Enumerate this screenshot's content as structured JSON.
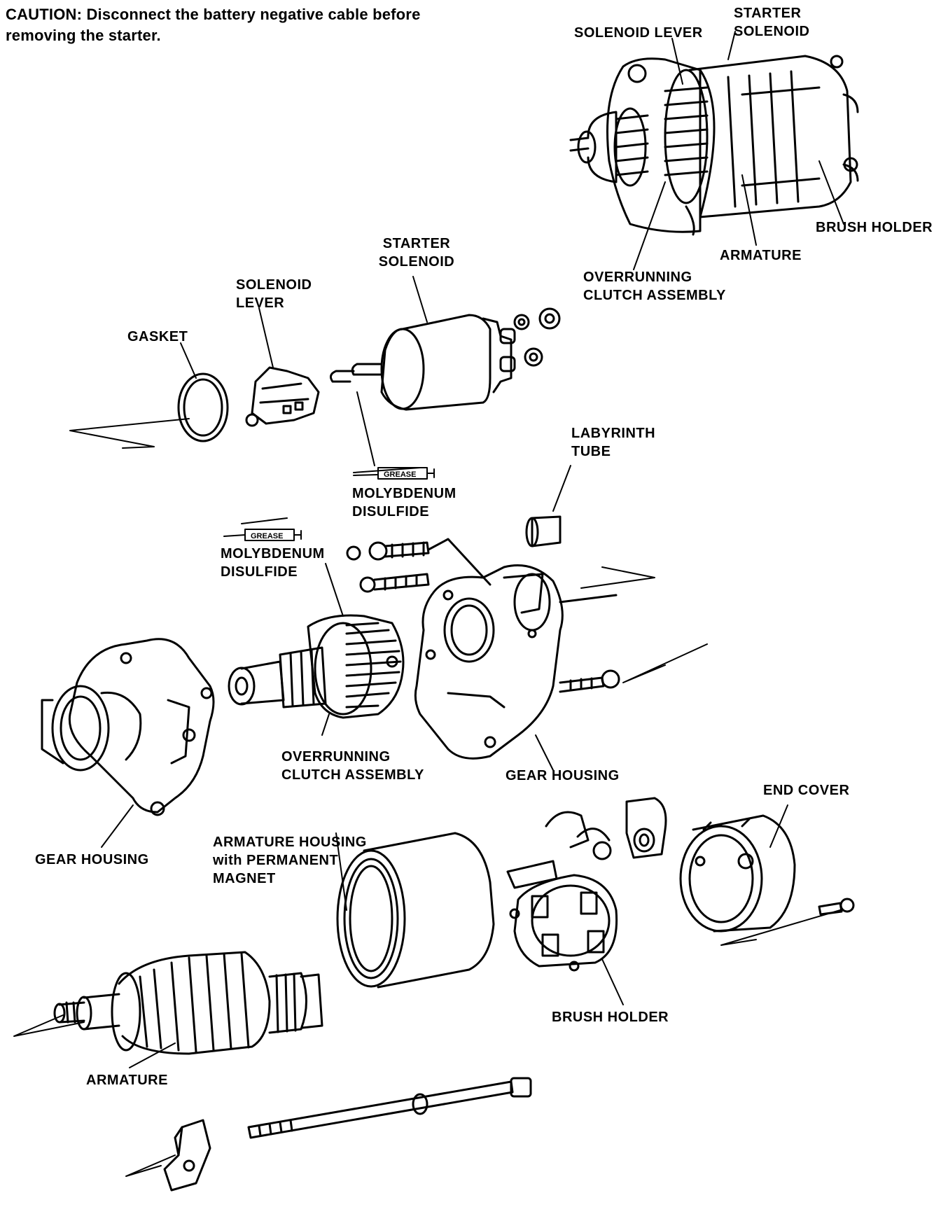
{
  "caution": "CAUTION:  Disconnect the battery negative cable before\nremoving the starter.",
  "labels": {
    "starter_solenoid_top": "STARTER\nSOLENOID",
    "solenoid_lever_top": "SOLENOID LEVER",
    "brush_holder_top": "BRUSH HOLDER",
    "armature_top": "ARMATURE",
    "overrunning_clutch_top": "OVERRUNNING\nCLUTCH ASSEMBLY",
    "starter_solenoid_mid": "STARTER\nSOLENOID",
    "solenoid_lever_mid": "SOLENOID\nLEVER",
    "gasket": "GASKET",
    "moly_1": "MOLYBDENUM\nDISULFIDE",
    "labyrinth_tube": "LABYRINTH\nTUBE",
    "moly_2": "MOLYBDENUM\nDISULFIDE",
    "overrunning_clutch_mid": "OVERRUNNING\nCLUTCH ASSEMBLY",
    "gear_housing_right": "GEAR HOUSING",
    "end_cover": "END COVER",
    "gear_housing_left": "GEAR HOUSING",
    "armature_housing": "ARMATURE HOUSING\nwith PERMANENT\nMAGNET",
    "brush_holder_bottom": "BRUSH HOLDER",
    "armature_bottom": "ARMATURE"
  },
  "grease_tag_1": "GREASE",
  "grease_tag_2": "GREASE"
}
